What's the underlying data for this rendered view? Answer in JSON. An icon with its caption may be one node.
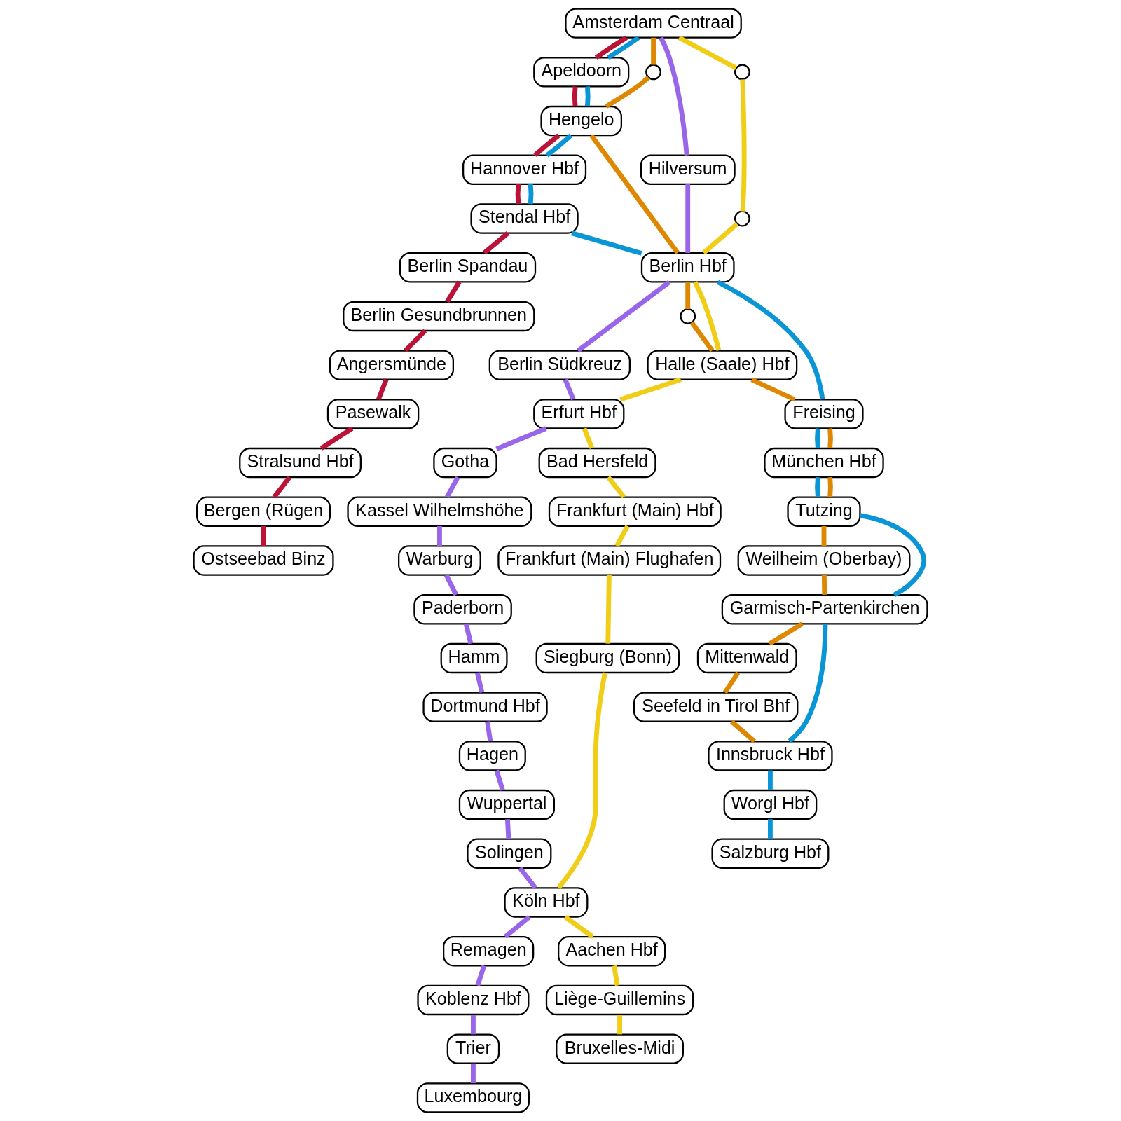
{
  "diagram": {
    "nodes": [
      {
        "text": [
          "Ostseebad Binz"
        ]
      },
      {
        "text": [
          "Bergen (Rügen"
        ]
      },
      {
        "text": [
          "Stralsund Hbf"
        ]
      },
      {
        "text": [
          "Pasewalk"
        ]
      },
      {
        "text": [
          "Angersmünde"
        ]
      },
      {
        "text": [
          "Amsterdam Centraal"
        ]
      },
      {
        "text": [
          "Apeldoorn"
        ]
      },
      {
        "text": [
          "Hengelo"
        ]
      },
      {
        "text": [
          "Hannover Hbf"
        ]
      },
      {
        "text": [
          "Stendal Hbf"
        ]
      },
      {
        "text": [
          "Berlin Spandau"
        ]
      },
      {
        "text": [
          "Berlin Gesundbrunnen"
        ]
      },
      {
        "text": [
          "Berlin Hbf"
        ]
      },
      {
        "text": [],
        "shape": "circle"
      },
      {
        "text": [
          "Hilversum"
        ]
      },
      {
        "text": [],
        "shape": "circle"
      },
      {
        "text": [],
        "shape": "circle"
      },
      {
        "text": [
          "Berlin Südkreuz"
        ]
      },
      {
        "text": [],
        "shape": "circle"
      },
      {
        "text": [
          "Solingen"
        ]
      },
      {
        "text": [
          "Wuppertal"
        ]
      },
      {
        "text": [
          "Hagen"
        ]
      },
      {
        "text": [
          "Dortmund Hbf"
        ]
      },
      {
        "text": [
          "Hamm"
        ]
      },
      {
        "text": [
          "Paderborn"
        ]
      },
      {
        "text": [
          "Halle (Saale) Hbf"
        ]
      },
      {
        "text": [
          "Warburg"
        ]
      },
      {
        "text": [
          "Kassel Wilhelmshöhe"
        ]
      },
      {
        "text": [
          "Erfurt Hbf"
        ]
      },
      {
        "text": [
          "Trier"
        ]
      },
      {
        "text": [
          "Remagen"
        ]
      },
      {
        "text": [
          "Luxembourg"
        ]
      },
      {
        "text": [
          "Koblenz Hbf"
        ]
      },
      {
        "text": [
          "Köln Hbf"
        ]
      },
      {
        "text": [
          "Siegburg (Bonn)"
        ]
      },
      {
        "text": [
          "Frankfurt (Main) Hbf"
        ]
      },
      {
        "text": [
          "Frankfurt (Main) Flughafen"
        ]
      },
      {
        "text": [
          "Gotha"
        ]
      },
      {
        "text": [
          "Bad Hersfeld"
        ]
      },
      {
        "text": [
          "Aachen Hbf"
        ]
      },
      {
        "text": [
          "Liège-Guillemins"
        ]
      },
      {
        "text": [
          "Bruxelles-Midi"
        ]
      },
      {
        "text": [
          "Freising"
        ]
      },
      {
        "text": [
          "München Hbf"
        ]
      },
      {
        "text": [
          "Tutzing"
        ]
      },
      {
        "text": [
          "Weilheim (Oberbay)"
        ]
      },
      {
        "text": [
          "Garmisch-Partenkirchen"
        ]
      },
      {
        "text": [
          "Mittenwald"
        ]
      },
      {
        "text": [
          "Seefeld in Tirol Bhf"
        ]
      },
      {
        "text": [
          "Salzburg Hbf"
        ]
      },
      {
        "text": [
          "Worgl Hbf"
        ]
      },
      {
        "text": [
          "Innsbruck Hbf"
        ]
      }
    ],
    "edges": [
      {
        "from": 5,
        "to": 6,
        "arrow": "none",
        "color": "#bc1237"
      },
      {
        "from": 6,
        "to": 7,
        "arrow": "none",
        "color": "#bc1237"
      },
      {
        "from": 7,
        "to": 8,
        "arrow": "none",
        "color": "#bc1237"
      },
      {
        "from": 8,
        "to": 9,
        "arrow": "none",
        "color": "#bc1237"
      },
      {
        "from": 9,
        "to": 10,
        "arrow": "none",
        "color": "#bc1237"
      },
      {
        "from": 10,
        "to": 11,
        "arrow": "none",
        "color": "#bc1237"
      },
      {
        "from": 11,
        "to": 4,
        "arrow": "none",
        "color": "#bc1237"
      },
      {
        "from": 4,
        "to": 3,
        "arrow": "none",
        "color": "#bc1237"
      },
      {
        "from": 3,
        "to": 2,
        "arrow": "none",
        "color": "#bc1237"
      },
      {
        "from": 2,
        "to": 1,
        "arrow": "none",
        "color": "#bc1237"
      },
      {
        "from": 1,
        "to": 0,
        "arrow": "none",
        "color": "#bc1237"
      },
      {
        "from": 5,
        "to": 6,
        "arrow": "none",
        "color": "#0a96d6"
      },
      {
        "from": 6,
        "to": 7,
        "arrow": "none",
        "color": "#0a96d6"
      },
      {
        "from": 7,
        "to": 8,
        "arrow": "none",
        "color": "#0a96d6"
      },
      {
        "from": 8,
        "to": 9,
        "arrow": "none",
        "color": "#0a96d6"
      },
      {
        "from": 9,
        "to": 12,
        "arrow": "none",
        "color": "#0a96d6"
      },
      {
        "from": 12,
        "to": 42,
        "arrow": "none",
        "color": "#0a96d6"
      },
      {
        "from": 42,
        "to": 43,
        "arrow": "none",
        "color": "#0a96d6"
      },
      {
        "from": 43,
        "to": 44,
        "arrow": "none",
        "color": "#0a96d6"
      },
      {
        "from": 44,
        "to": 46,
        "arrow": "none",
        "color": "#0a96d6"
      },
      {
        "from": 46,
        "to": 51,
        "arrow": "none",
        "color": "#0a96d6"
      },
      {
        "from": 51,
        "to": 50,
        "arrow": "none",
        "color": "#0a96d6"
      },
      {
        "from": 50,
        "to": 49,
        "arrow": "none",
        "color": "#0a96d6"
      },
      {
        "from": 5,
        "to": 13,
        "arrow": "none",
        "color": "#dd8800"
      },
      {
        "from": 13,
        "to": 7,
        "arrow": "none",
        "color": "#dd8800"
      },
      {
        "from": 7,
        "to": 12,
        "arrow": "none",
        "color": "#dd8800"
      },
      {
        "from": 12,
        "to": 18,
        "arrow": "none",
        "color": "#dd8800"
      },
      {
        "from": 18,
        "to": 25,
        "arrow": "none",
        "color": "#dd8800"
      },
      {
        "from": 25,
        "to": 42,
        "arrow": "none",
        "color": "#dd8800"
      },
      {
        "from": 42,
        "to": 43,
        "arrow": "none",
        "color": "#dd8800"
      },
      {
        "from": 43,
        "to": 44,
        "arrow": "none",
        "color": "#dd8800"
      },
      {
        "from": 44,
        "to": 45,
        "arrow": "none",
        "color": "#dd8800"
      },
      {
        "from": 45,
        "to": 46,
        "arrow": "none",
        "color": "#dd8800"
      },
      {
        "from": 46,
        "to": 47,
        "arrow": "none",
        "color": "#dd8800"
      },
      {
        "from": 47,
        "to": 48,
        "arrow": "none",
        "color": "#dd8800"
      },
      {
        "from": 48,
        "to": 51,
        "arrow": "none",
        "color": "#dd8800"
      },
      {
        "from": 5,
        "to": 15,
        "arrow": "none",
        "color": "#f0cd17"
      },
      {
        "from": 15,
        "to": 16,
        "arrow": "none",
        "color": "#f0cd17"
      },
      {
        "from": 16,
        "to": 12,
        "arrow": "none",
        "color": "#f0cd17"
      },
      {
        "from": 12,
        "to": 25,
        "arrow": "none",
        "color": "#f0cd17"
      },
      {
        "from": 25,
        "to": 28,
        "arrow": "none",
        "color": "#f0cd17"
      },
      {
        "from": 28,
        "to": 38,
        "arrow": "none",
        "color": "#f0cd17"
      },
      {
        "from": 38,
        "to": 35,
        "arrow": "none",
        "color": "#f0cd17"
      },
      {
        "from": 35,
        "to": 36,
        "arrow": "none",
        "color": "#f0cd17"
      },
      {
        "from": 36,
        "to": 34,
        "arrow": "none",
        "color": "#f0cd17"
      },
      {
        "from": 34,
        "to": 33,
        "arrow": "none",
        "color": "#f0cd17"
      },
      {
        "from": 33,
        "to": 39,
        "arrow": "none",
        "color": "#f0cd17"
      },
      {
        "from": 39,
        "to": 40,
        "arrow": "none",
        "color": "#f0cd17"
      },
      {
        "from": 40,
        "to": 41,
        "arrow": "none",
        "color": "#f0cd17"
      },
      {
        "from": 5,
        "to": 14,
        "arrow": "none"
      },
      {
        "from": 14,
        "to": 12,
        "arrow": "none"
      },
      {
        "from": 12,
        "to": 17,
        "arrow": "none"
      },
      {
        "from": 17,
        "to": 28,
        "arrow": "none"
      },
      {
        "from": 28,
        "to": 37,
        "arrow": "none"
      },
      {
        "from": 37,
        "to": 27,
        "arrow": "none"
      },
      {
        "from": 27,
        "to": 26,
        "arrow": "none"
      },
      {
        "from": 26,
        "to": 24,
        "arrow": "none"
      },
      {
        "from": 24,
        "to": 23,
        "arrow": "none"
      },
      {
        "from": 23,
        "to": 22,
        "arrow": "none"
      },
      {
        "from": 22,
        "to": 21,
        "arrow": "none"
      },
      {
        "from": 21,
        "to": 20,
        "arrow": "none"
      },
      {
        "from": 20,
        "to": 19,
        "arrow": "none"
      },
      {
        "from": 19,
        "to": 33,
        "arrow": "none"
      },
      {
        "from": 33,
        "to": 30,
        "arrow": "none"
      },
      {
        "from": 30,
        "to": 32,
        "arrow": "none"
      },
      {
        "from": 32,
        "to": 29,
        "arrow": "none"
      },
      {
        "from": 29,
        "to": 31,
        "arrow": "none"
      }
    ]
  }
}
